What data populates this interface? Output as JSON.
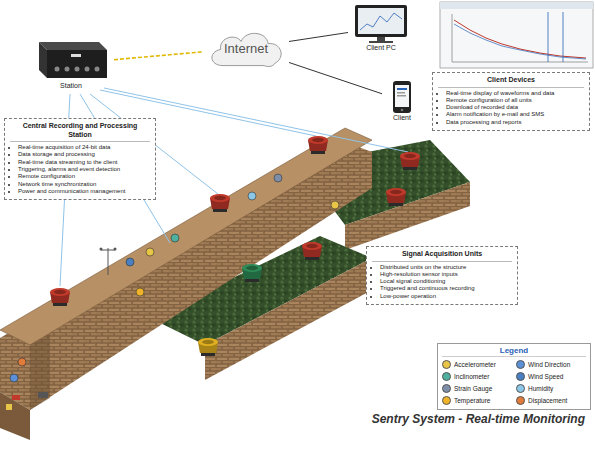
{
  "diagram": {
    "caption": "Sentry System - Real-time Monitoring",
    "nodes": [
      {
        "text": [
          "Internet"
        ]
      },
      {
        "text": [
          "Client PC"
        ]
      },
      {
        "text": [
          "Client"
        ]
      },
      {
        "text": [
          "Station"
        ]
      },
      {
        "text": [
          "Central Recording and Processing Station",
          "Real-time acquisition of 24-bit data",
          "Data storage and processing",
          "Real-time data streaming to the client",
          "Triggering, alarms and event detection",
          "Remote configuration",
          "Network time synchronization",
          "Power and communication management"
        ]
      },
      {
        "text": [
          "Client Devices",
          "Real-time display of waveforms and data",
          "Remote configuration of all units",
          "Download of recorded data",
          "Alarm notification by e-mail and SMS",
          "Data processing and reports"
        ]
      },
      {
        "text": [
          "Signal Acquisition Units",
          "Distributed units on the structure",
          "High-resolution sensor inputs",
          "Local signal conditioning",
          "Triggered and continuous recording",
          "Low-power operation"
        ]
      }
    ],
    "edges": [
      {
        "from": 3,
        "to": 0,
        "arrow": "none"
      },
      {
        "from": 0,
        "to": 1,
        "arrow": "none"
      },
      {
        "from": 0,
        "to": 2,
        "arrow": "none"
      }
    ],
    "labels": [
      "Legend"
    ],
    "legend": [
      {
        "text": "Accelerometer",
        "color": "#e8c547"
      },
      {
        "text": "Wind Direction",
        "color": "#5b8fd6"
      },
      {
        "text": "Inclinometer",
        "color": "#4fb0a0"
      },
      {
        "text": "Wind Speed",
        "color": "#4a7fc1"
      },
      {
        "text": "Strain Gauge",
        "color": "#7d8fa8"
      },
      {
        "text": "Humidity",
        "color": "#8cc7e8"
      },
      {
        "text": "Temperature",
        "color": "#f0b429"
      },
      {
        "text": "Displacement",
        "color": "#e07b39"
      }
    ]
  }
}
